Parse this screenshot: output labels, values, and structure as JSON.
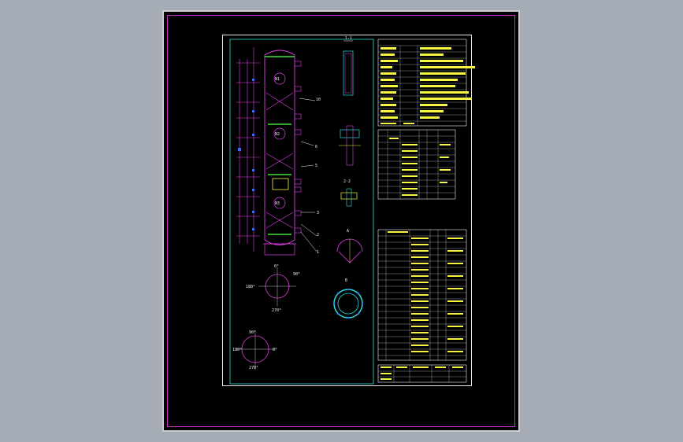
{
  "app": {
    "window_title": "",
    "colors": {
      "viewport_bg": "#a5acb6",
      "sheet_bg": "#000000",
      "frame": "#c030c8",
      "border": "#e8e8e8",
      "cyan": "#2fe0e0",
      "magenta": "#e040e8",
      "yellow": "#f5f542",
      "green": "#40e040",
      "red": "#ff3030",
      "blue": "#3a6bff"
    }
  },
  "drawing": {
    "labels": {
      "section_1_1": "1-1",
      "section_2_2": "2-2",
      "deg_0": "0°",
      "deg_90": "90°",
      "deg_180": "180°",
      "deg_270": "270°",
      "view_a": "A",
      "view_b": "B",
      "leader_1": "1",
      "leader_2": "2",
      "leader_3": "3",
      "leader_5": "5",
      "leader_6": "6",
      "leader_10": "10",
      "n1": "N1",
      "n2": "N2",
      "n3": "N3"
    }
  }
}
